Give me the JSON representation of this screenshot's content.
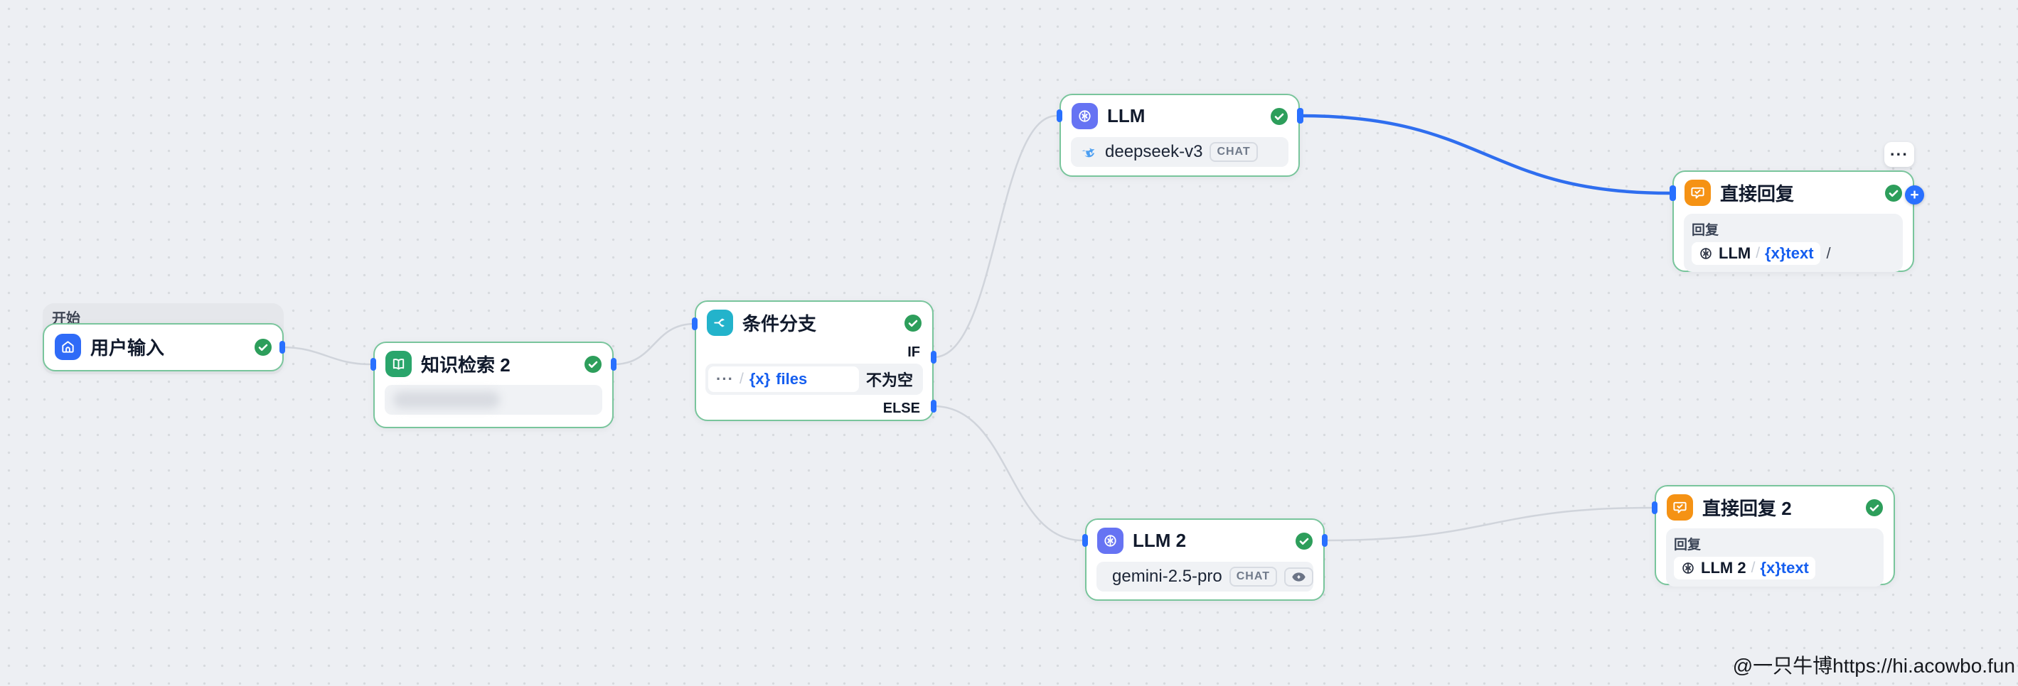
{
  "watermark": "@一只牛博https://hi.acowbo.fun",
  "start_group": {
    "label": "开始"
  },
  "nodes": {
    "user_input": {
      "title": "用户输入"
    },
    "knowledge": {
      "title": "知识检索 2"
    },
    "condition": {
      "title": "条件分支",
      "if_label": "IF",
      "else_label": "ELSE",
      "ellipsis": "···",
      "slash": "/",
      "var_braces": "{x}",
      "var_name": "files",
      "operator": "不为空"
    },
    "llm1": {
      "title": "LLM",
      "model": "deepseek-v3",
      "mode": "CHAT"
    },
    "llm2": {
      "title": "LLM 2",
      "model": "gemini-2.5-pro",
      "mode": "CHAT"
    },
    "reply1": {
      "title": "直接回复",
      "section": "回复",
      "ref": "LLM",
      "slash": "/",
      "var": "{x}text",
      "trailing": "/",
      "more": "···",
      "add": "+"
    },
    "reply2": {
      "title": "直接回复 2",
      "section": "回复",
      "ref": "LLM 2",
      "slash": "/",
      "var": "{x}text"
    }
  },
  "icons": {
    "user_input": "home-icon",
    "knowledge": "book-icon",
    "condition": "branch-icon",
    "llm": "brain-circle-icon",
    "reply": "chat-check-icon",
    "status": "check-circle-icon",
    "deepseek": "whale-icon",
    "gemini": "dashed-scan-icon",
    "vision": "eye-icon",
    "more": "ellipsis-icon",
    "add": "plus-icon"
  },
  "colors": {
    "accent_blue": "#2970ff",
    "edge_gray": "#d0d4db",
    "selected_edge_blue": "#2f6eef",
    "success_green": "#2d9e5b",
    "node_border_green": "#79c59c",
    "start_blue": "#2f6bf7",
    "knowledge_green": "#2aa56b",
    "condition_cyan": "#23b3cb",
    "llm_indigo": "#6673f3",
    "reply_orange": "#f59214",
    "deepseek_blue": "#4c9ff2",
    "variable_blue": "#155eef",
    "canvas_bg": "#edeff3"
  }
}
